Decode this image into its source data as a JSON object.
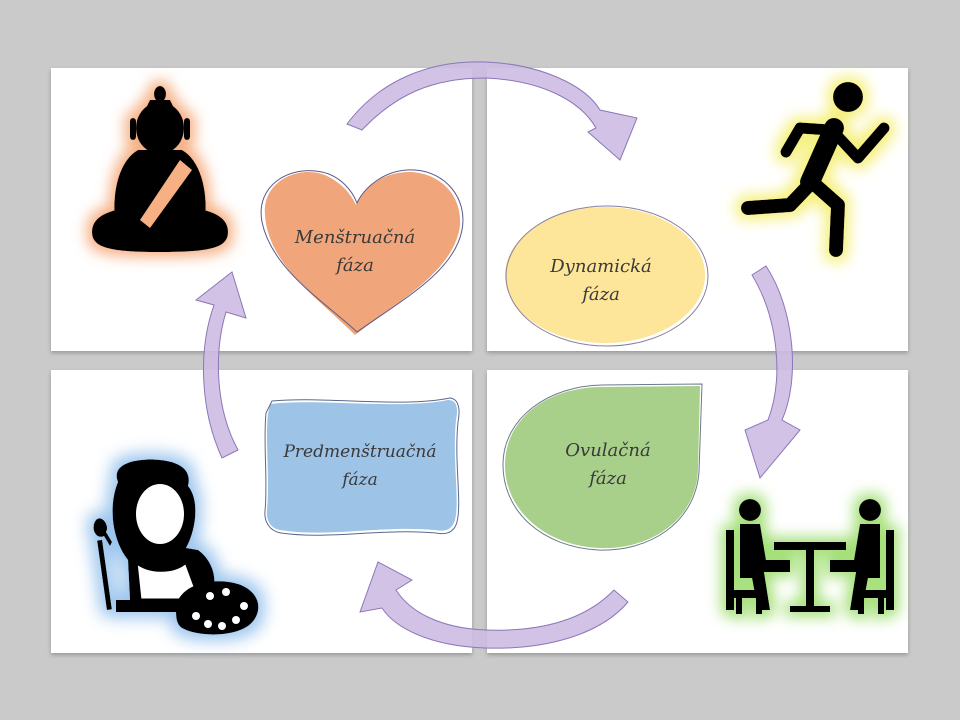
{
  "phases": {
    "menstrual": {
      "line1": "Menštruačná",
      "line2": "fáza",
      "color": "#f0a57a",
      "icon": "meditating-buddha-icon"
    },
    "dynamic": {
      "line1": "Dynamická",
      "line2": "fáza",
      "color": "#fde59a",
      "icon": "running-person-icon"
    },
    "ovulation": {
      "line1": "Ovulačná",
      "line2": "fáza",
      "color": "#a8d08a",
      "icon": "two-people-at-table-icon"
    },
    "premenstrual": {
      "line1": "Predmenštruačná",
      "line2": "fáza",
      "color": "#9dc3e6",
      "icon": "painter-woman-icon"
    }
  },
  "colors": {
    "arrow": "#cdbbe2",
    "arrow_stroke": "#8a78b8",
    "glow_orange": "#f6b084",
    "glow_yellow": "#f5f07a",
    "glow_green": "#a5e07a",
    "glow_blue": "#9cc5ee"
  }
}
